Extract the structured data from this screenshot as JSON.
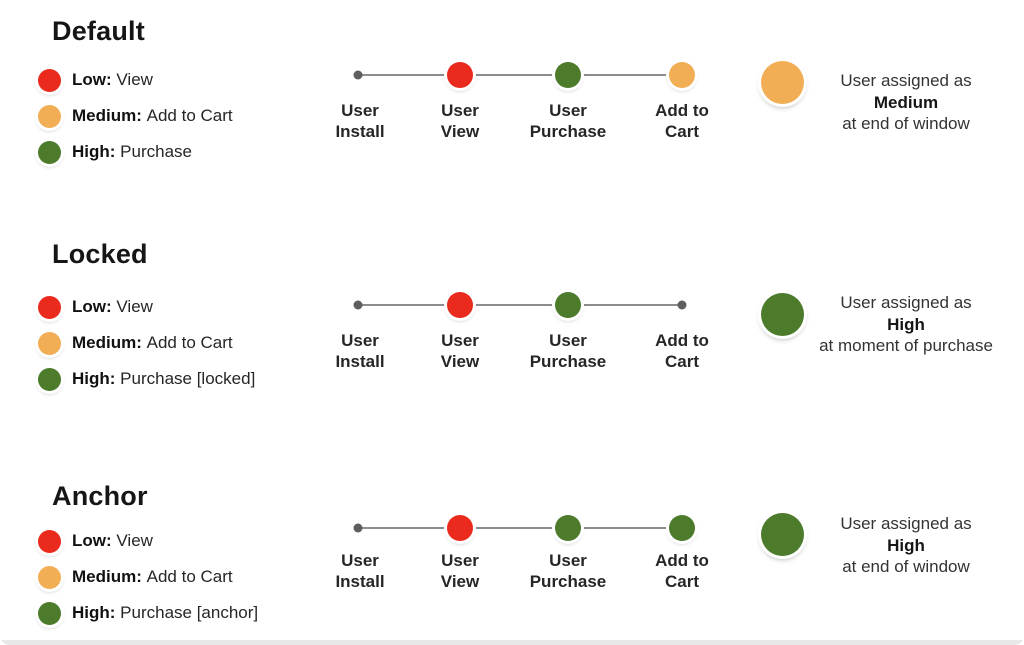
{
  "colors": {
    "low": "#ea2a1d",
    "medium": "#f2ae55",
    "high": "#4c7b2b",
    "line": "#8c8c8c",
    "smalldot": "#5e5e5e",
    "page_bg": "#ffffff",
    "bottom_strip": "#e8e8e8"
  },
  "sections": [
    {
      "title": "Default",
      "legend": [
        {
          "level": "low",
          "label": "Low:",
          "value": "View"
        },
        {
          "level": "medium",
          "label": "Medium:",
          "value": "Add to Cart"
        },
        {
          "level": "high",
          "label": "High:",
          "value": "Purchase"
        }
      ],
      "timeline": {
        "events": [
          {
            "line1": "User",
            "line2": "Install",
            "marker": "start"
          },
          {
            "line1": "User",
            "line2": "View",
            "marker": "low"
          },
          {
            "line1": "User",
            "line2": "Purchase",
            "marker": "high"
          },
          {
            "line1": "Add to",
            "line2": "Cart",
            "marker": "medium"
          }
        ]
      },
      "result": {
        "level": "medium",
        "line1": "User assigned as",
        "line2": "Medium",
        "line3": "at end of window"
      }
    },
    {
      "title": "Locked",
      "legend": [
        {
          "level": "low",
          "label": "Low:",
          "value": "View"
        },
        {
          "level": "medium",
          "label": "Medium:",
          "value": "Add to Cart"
        },
        {
          "level": "high",
          "label": "High:",
          "value": "Purchase [locked]"
        }
      ],
      "timeline": {
        "events": [
          {
            "line1": "User",
            "line2": "Install",
            "marker": "start"
          },
          {
            "line1": "User",
            "line2": "View",
            "marker": "low"
          },
          {
            "line1": "User",
            "line2": "Purchase",
            "marker": "high"
          },
          {
            "line1": "Add to",
            "line2": "Cart",
            "marker": "start"
          }
        ]
      },
      "result": {
        "level": "high",
        "line1": "User assigned as",
        "line2": "High",
        "line3": "at moment of purchase"
      }
    },
    {
      "title": "Anchor",
      "legend": [
        {
          "level": "low",
          "label": "Low:",
          "value": "View"
        },
        {
          "level": "medium",
          "label": "Medium:",
          "value": "Add to Cart"
        },
        {
          "level": "high",
          "label": "High:",
          "value": "Purchase [anchor]"
        }
      ],
      "timeline": {
        "events": [
          {
            "line1": "User",
            "line2": "Install",
            "marker": "start"
          },
          {
            "line1": "User",
            "line2": "View",
            "marker": "low"
          },
          {
            "line1": "User",
            "line2": "Purchase",
            "marker": "high"
          },
          {
            "line1": "Add to",
            "line2": "Cart",
            "marker": "high"
          }
        ]
      },
      "result": {
        "level": "high",
        "line1": "User assigned as",
        "line2": "High",
        "line3": "at end of window"
      }
    }
  ]
}
